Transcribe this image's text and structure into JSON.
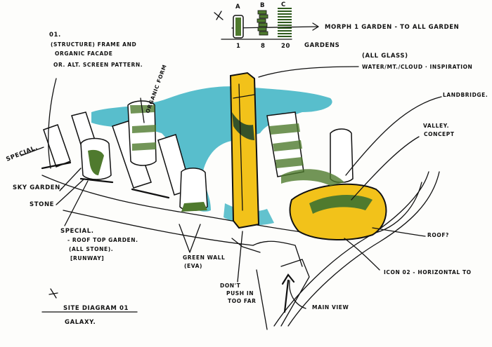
{
  "sketch": {
    "morph_diagram": {
      "stage_letters": [
        "A",
        "B",
        "C"
      ],
      "stage_counts": [
        "1",
        "8",
        "20"
      ],
      "axis_label": "GARDENS",
      "arrow_label": "MORPH 1 GARDEN - TO ALL GARDEN"
    },
    "annotations": {
      "option_number": "01.",
      "structure_note_1": "(STRUCTURE) FRAME AND",
      "structure_note_2": "ORGANIC FACADE",
      "alt_note": "OR. ALT. SCREEN PATTERN.",
      "organic_form": "ORGANIC FORM",
      "special": "SPECIAL.",
      "sky_garden": "SKY GARDEN.",
      "stone": "STONE",
      "special_roof_1": "SPECIAL.",
      "special_roof_2": "- ROOF TOP GARDEN.",
      "special_roof_3": "(ALL STONE).",
      "special_roof_4": "[RUNWAY]",
      "green_wall_1": "GREEN WALL",
      "green_wall_2": "(EVA)",
      "dont_push_1": "DON'T",
      "dont_push_2": "PUSH IN",
      "dont_push_3": "TOO FAR",
      "main_view": "MAIN VIEW",
      "icon_02": "ICON 02 - HORIZONTAL TO",
      "roof": "ROOF?",
      "valley_1": "VALLEY.",
      "valley_2": "CONCEPT",
      "landbridge": "LANDBRIDGE.",
      "glass_1": "(ALL GLASS)",
      "glass_2": "WATER/MT./CLOUD · INSPIRATION"
    },
    "title": {
      "line1": "SITE DIAGRAM 01",
      "line2": "GALAXY."
    },
    "colors": {
      "water": "#3bb3c3",
      "yellow": "#f2c21a",
      "green": "#4f7a2e",
      "ink": "#111111"
    }
  }
}
